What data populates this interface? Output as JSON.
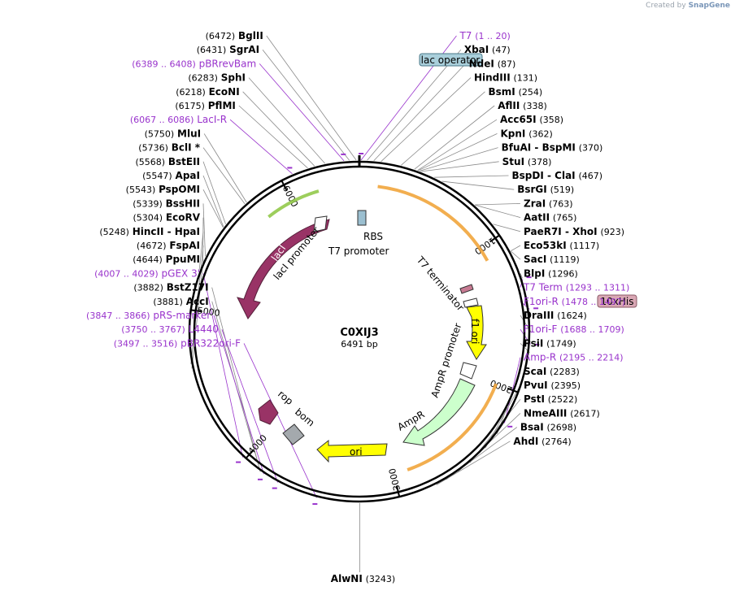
{
  "credit": {
    "prefix": "Created by",
    "brand": "SnapGene"
  },
  "plasmid": {
    "name": "C0XIJ3",
    "length_label": "6491 bp",
    "length": 6491
  },
  "ticks": [
    "1000",
    "2000",
    "3000",
    "4000",
    "5000",
    "6000"
  ],
  "colors": {
    "site": "#000000",
    "primer": "#9933cc",
    "leader": "#8a8a8a",
    "backbone": "#000000"
  },
  "sites": [
    {
      "name": "BglII",
      "pos": "(6472)",
      "bp": 6472,
      "side": "L"
    },
    {
      "name": "SgrAI",
      "pos": "(6431)",
      "bp": 6431,
      "side": "L"
    },
    {
      "name": "SphI",
      "pos": "(6283)",
      "bp": 6283,
      "side": "L"
    },
    {
      "name": "EcoNI",
      "pos": "(6218)",
      "bp": 6218,
      "side": "L"
    },
    {
      "name": "PflMI",
      "pos": "(6175)",
      "bp": 6175,
      "side": "L"
    },
    {
      "name": "MluI",
      "pos": "(5750)",
      "bp": 5750,
      "side": "L"
    },
    {
      "name": "BclI *",
      "pos": "(5736)",
      "bp": 5736,
      "side": "L"
    },
    {
      "name": "BstEII",
      "pos": "(5568)",
      "bp": 5568,
      "side": "L"
    },
    {
      "name": "ApaI",
      "pos": "(5547)",
      "bp": 5547,
      "side": "L"
    },
    {
      "name": "PspOMI",
      "pos": "(5543)",
      "bp": 5543,
      "side": "L"
    },
    {
      "name": "BssHII",
      "pos": "(5339)",
      "bp": 5339,
      "side": "L"
    },
    {
      "name": "EcoRV",
      "pos": "(5304)",
      "bp": 5304,
      "side": "L"
    },
    {
      "name": "HincII  -  HpaI",
      "pos": "(5248)",
      "bp": 5248,
      "side": "L"
    },
    {
      "name": "FspAI",
      "pos": "(4672)",
      "bp": 4672,
      "side": "L"
    },
    {
      "name": "PpuMI",
      "pos": "(4644)",
      "bp": 4644,
      "side": "L"
    },
    {
      "name": "BstZ17I",
      "pos": "(3882)",
      "bp": 3882,
      "side": "L"
    },
    {
      "name": "AccI",
      "pos": "(3881)",
      "bp": 3881,
      "side": "L"
    },
    {
      "name": "AlwNI",
      "pos": "(3243)",
      "bp": 3243,
      "side": "B"
    },
    {
      "name": "XbaI",
      "pos": "(47)",
      "bp": 47,
      "side": "R"
    },
    {
      "name": "NdeI",
      "pos": "(87)",
      "bp": 87,
      "side": "R"
    },
    {
      "name": "HindIII",
      "pos": "(131)",
      "bp": 131,
      "side": "R"
    },
    {
      "name": "BsmI",
      "pos": "(254)",
      "bp": 254,
      "side": "R"
    },
    {
      "name": "AflII",
      "pos": "(338)",
      "bp": 338,
      "side": "R"
    },
    {
      "name": "Acc65I",
      "pos": "(358)",
      "bp": 358,
      "side": "R"
    },
    {
      "name": "KpnI",
      "pos": "(362)",
      "bp": 362,
      "side": "R"
    },
    {
      "name": "BfuAI  -  BspMI",
      "pos": "(370)",
      "bp": 370,
      "side": "R"
    },
    {
      "name": "StuI",
      "pos": "(378)",
      "bp": 378,
      "side": "R"
    },
    {
      "name": "BspDI  -  ClaI",
      "pos": "(467)",
      "bp": 467,
      "side": "R"
    },
    {
      "name": "BsrGI",
      "pos": "(519)",
      "bp": 519,
      "side": "R"
    },
    {
      "name": "ZraI",
      "pos": "(763)",
      "bp": 763,
      "side": "R"
    },
    {
      "name": "AatII",
      "pos": "(765)",
      "bp": 765,
      "side": "R"
    },
    {
      "name": "PaeR7I  -  XhoI",
      "pos": "(923)",
      "bp": 923,
      "side": "R"
    },
    {
      "name": "Eco53kI",
      "pos": "(1117)",
      "bp": 1117,
      "side": "R"
    },
    {
      "name": "SacI",
      "pos": "(1119)",
      "bp": 1119,
      "side": "R"
    },
    {
      "name": "BlpI",
      "pos": "(1296)",
      "bp": 1296,
      "side": "R"
    },
    {
      "name": "DraIII",
      "pos": "(1624)",
      "bp": 1624,
      "side": "R"
    },
    {
      "name": "PsiI",
      "pos": "(1749)",
      "bp": 1749,
      "side": "R"
    },
    {
      "name": "ScaI",
      "pos": "(2283)",
      "bp": 2283,
      "side": "R"
    },
    {
      "name": "PvuI",
      "pos": "(2395)",
      "bp": 2395,
      "side": "R"
    },
    {
      "name": "PstI",
      "pos": "(2522)",
      "bp": 2522,
      "side": "R"
    },
    {
      "name": "NmeAIII",
      "pos": "(2617)",
      "bp": 2617,
      "side": "R"
    },
    {
      "name": "BsaI",
      "pos": "(2698)",
      "bp": 2698,
      "side": "R"
    },
    {
      "name": "AhdI",
      "pos": "(2764)",
      "bp": 2764,
      "side": "R"
    }
  ],
  "primers": [
    {
      "name": "T7",
      "range": "(1 .. 20)",
      "bp": 10,
      "side": "R"
    },
    {
      "name": "pBRrevBam",
      "range": "(6389 .. 6408)",
      "bp": 6398,
      "side": "L"
    },
    {
      "name": "LacI-R",
      "range": "(6067 .. 6086)",
      "bp": 6076,
      "side": "L"
    },
    {
      "name": "T7 Term",
      "range": "(1293 .. 1311)",
      "bp": 1302,
      "side": "R"
    },
    {
      "name": "F1ori-R",
      "range": "(1478 .. 1497)",
      "bp": 1487,
      "side": "R"
    },
    {
      "name": "F1ori-F",
      "range": "(1688 .. 1709)",
      "bp": 1698,
      "side": "R"
    },
    {
      "name": "Amp-R",
      "range": "(2195 .. 2214)",
      "bp": 2204,
      "side": "R"
    },
    {
      "name": "pGEX 3'",
      "range": "(4007 .. 4029)",
      "bp": 4018,
      "side": "L"
    },
    {
      "name": "pRS-marker",
      "range": "(3847 .. 3866)",
      "bp": 3856,
      "side": "L"
    },
    {
      "name": "L4440",
      "range": "(3750 .. 3767)",
      "bp": 3758,
      "side": "L"
    },
    {
      "name": "pBR322ori-F",
      "range": "(3497 .. 3516)",
      "bp": 3506,
      "side": "L"
    }
  ],
  "boxed_features": [
    {
      "name": "lac operator",
      "fill": "#a9cfdb",
      "stroke": "#4a7a8a"
    },
    {
      "name": "10xHis",
      "fill": "#d9a7b4",
      "stroke": "#8a5a66"
    }
  ],
  "features": [
    {
      "name": "lacI",
      "color": "#993366"
    },
    {
      "name": "lacI promoter",
      "color": "#ffffff"
    },
    {
      "name": "T7 promoter",
      "color": "#ffffff"
    },
    {
      "name": "RBS",
      "color": "#9bbfd0"
    },
    {
      "name": "T7 terminator",
      "color": "#c77a92"
    },
    {
      "name": "f1 ori",
      "color": "#ffff00"
    },
    {
      "name": "AmpR promoter",
      "color": "#ffffff"
    },
    {
      "name": "AmpR",
      "color": "#ccffcc"
    },
    {
      "name": "ori",
      "color": "#ffff00"
    },
    {
      "name": "bom",
      "color": "#a4a9ad"
    },
    {
      "name": "rop",
      "color": "#993366"
    }
  ],
  "arcs": [
    {
      "label": "lacI-outer-arc",
      "color": "#8cc63f",
      "from_bp": 5800,
      "to_bp": 6200
    },
    {
      "label": "T7-outer-arc",
      "color": "#f0a030",
      "from_bp": 130,
      "to_bp": 1100
    },
    {
      "label": "AmpR-outer-arc",
      "color": "#f0a030",
      "from_bp": 2000,
      "to_bp": 2900
    }
  ]
}
